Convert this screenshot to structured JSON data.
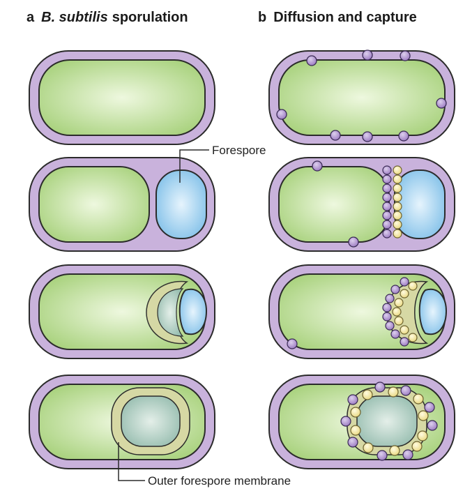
{
  "panel_a": {
    "letter": "a",
    "title_italic": "B. subtilis",
    "title_rest": "sporulation"
  },
  "panel_b": {
    "letter": "b",
    "title": "Diffusion and capture"
  },
  "labels": {
    "forespore": "Forespore",
    "outer_membrane": "Outer forespore membrane"
  },
  "colors": {
    "cell_wall": "#c9b2dc",
    "cytoplasm": "#b6d98f",
    "forespore": "#9ccdee",
    "engulfed_core": "#b9d4c8",
    "outer_ring": "#d9d9a3",
    "purple_protein": "#a98bc9",
    "yellow_protein": "#f2e59a",
    "outline": "#2b2b2b"
  }
}
